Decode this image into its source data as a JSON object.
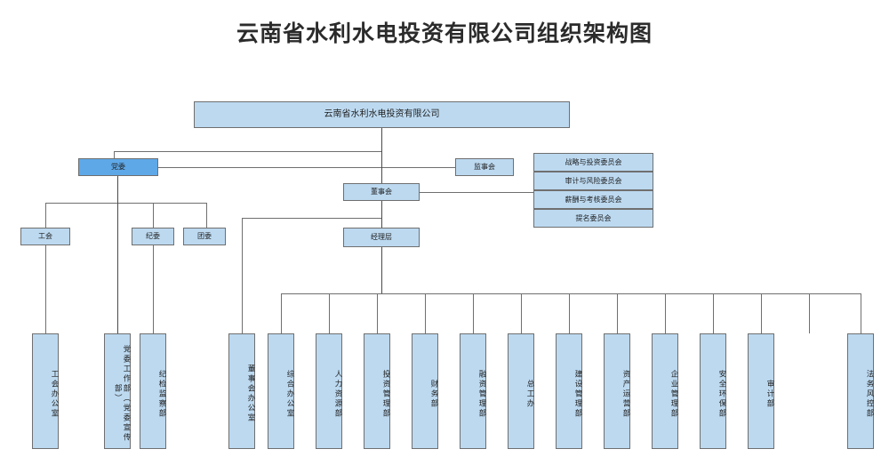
{
  "title": "云南省水利水电投资有限公司组织架构图",
  "nodes": {
    "company": "云南省水利水电投资有限公司",
    "party_committee": "党委",
    "supervisory_board": "监事会",
    "board_of_directors": "董事会",
    "management": "经理层",
    "labor_union": "工会",
    "discipline_committee": "纪委",
    "youth_league": "团委"
  },
  "committees": [
    "战略与投资委员会",
    "审计与风险委员会",
    "薪酬与考核委员会",
    "提名委员会"
  ],
  "party_departments": [
    "工会办公室",
    "党委工作部（党委宣传部）",
    "纪检监察部"
  ],
  "departments": [
    "董事会办公室",
    "综合办公室",
    "人力资源部",
    "投资管理部",
    "财务部",
    "融资管理部",
    "总工办",
    "建设管理部",
    "资产运营部",
    "企业管理部",
    "安全环保部",
    "审计部",
    "法务风控部"
  ],
  "colors": {
    "node_fill": "#bcd9f0",
    "node_accent_fill": "#5ea8e8",
    "node_border": "#6f6f6f",
    "line": "#6f6f6f",
    "title_text": "#2b2b2b"
  }
}
